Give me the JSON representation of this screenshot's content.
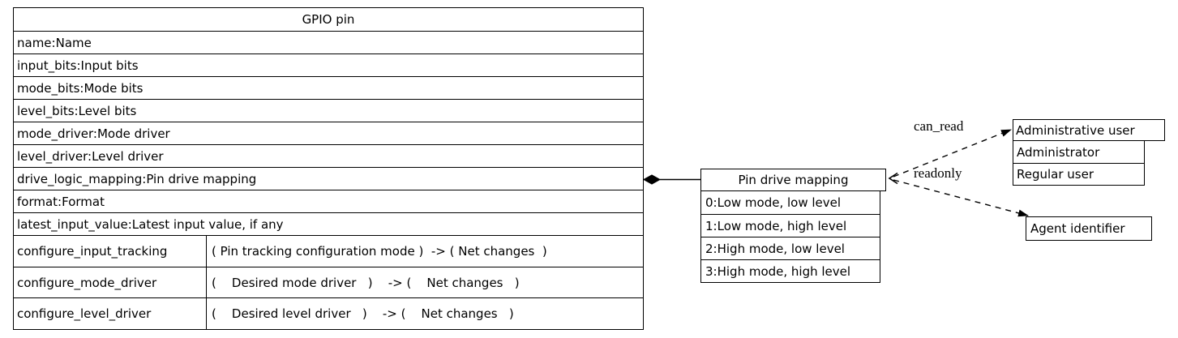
{
  "gpio_node": {
    "title": "GPIO pin",
    "attributes": [
      "name:Name",
      "input_bits:Input bits",
      "mode_bits:Mode bits",
      "level_bits:Level bits",
      "mode_driver:Mode driver",
      "level_driver:Level driver",
      "drive_logic_mapping:Pin drive mapping",
      "format:Format",
      "latest_input_value:Latest input value, if any"
    ],
    "methods": [
      {
        "name": "configure_input_tracking",
        "signature": "( Pin tracking configuration mode )  -> ( Net changes  )"
      },
      {
        "name": "configure_mode_driver",
        "signature": "(    Desired mode driver   )    -> (    Net changes   )"
      },
      {
        "name": "configure_level_driver",
        "signature": "(    Desired level driver   )    -> (    Net changes   )"
      }
    ]
  },
  "pin_drive_mapping_node": {
    "title": "Pin drive mapping",
    "values": [
      "0:Low mode, low level",
      "1:Low mode, high level",
      "2:High mode, low level",
      "3:High mode, high level"
    ]
  },
  "administrative_user_node": {
    "title": "Administrative user",
    "values": [
      "Administrator",
      "Regular user"
    ]
  },
  "agent_identifier_node": {
    "title": "Agent identifier"
  },
  "edges": {
    "can_read_label": "can_read",
    "readonly_label": "readonly"
  },
  "colors": {
    "line": "#000000",
    "background": "#ffffff"
  }
}
